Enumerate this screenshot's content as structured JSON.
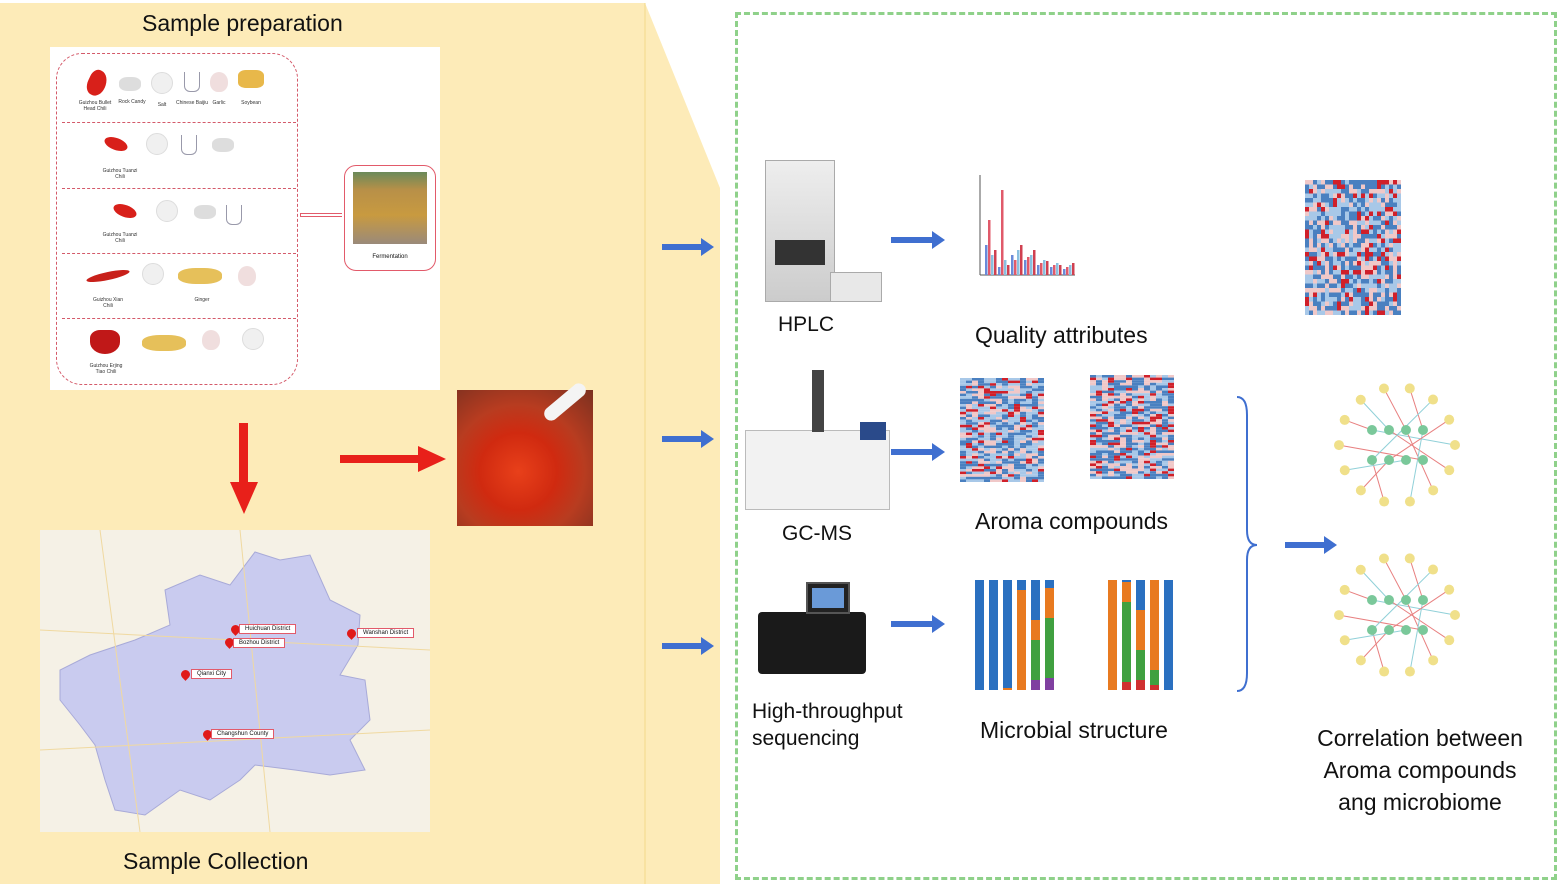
{
  "left_panel": {
    "title": "Sample preparation",
    "bottom_title": "Sample Collection",
    "rows": [
      [
        "Guizhou Bullet Head Chili",
        "Rock Candy",
        "Salt",
        "Chinese Baijiu",
        "Garlic",
        "Soybean"
      ],
      [
        "Guizhou Tuanzi Chili"
      ],
      [
        "Guizhou Tuanzi Chili"
      ],
      [
        "Guizhou Xian Chili",
        "Ginger"
      ],
      [
        "Guizhou Erjing Tiao Chili"
      ]
    ],
    "fermentation_label": "Fermentation",
    "map_locations": [
      "Huichuan District",
      "Bozhou District",
      "Wanshan District",
      "Qianxi City",
      "Changshun County"
    ]
  },
  "right_panel": {
    "methods": [
      "HPLC",
      "GC-MS",
      "High-throughput\nsequencing"
    ],
    "results": [
      "Quality attributes",
      "Aroma compounds",
      "Microbial structure"
    ],
    "correlation": "Correlation between\nAroma compounds\nang microbiome"
  },
  "colors": {
    "panel": "#fdebb8",
    "accent_red": "#e8201a",
    "arrow_blue": "#3f6fd0",
    "dash_green": "#8fd18a"
  }
}
